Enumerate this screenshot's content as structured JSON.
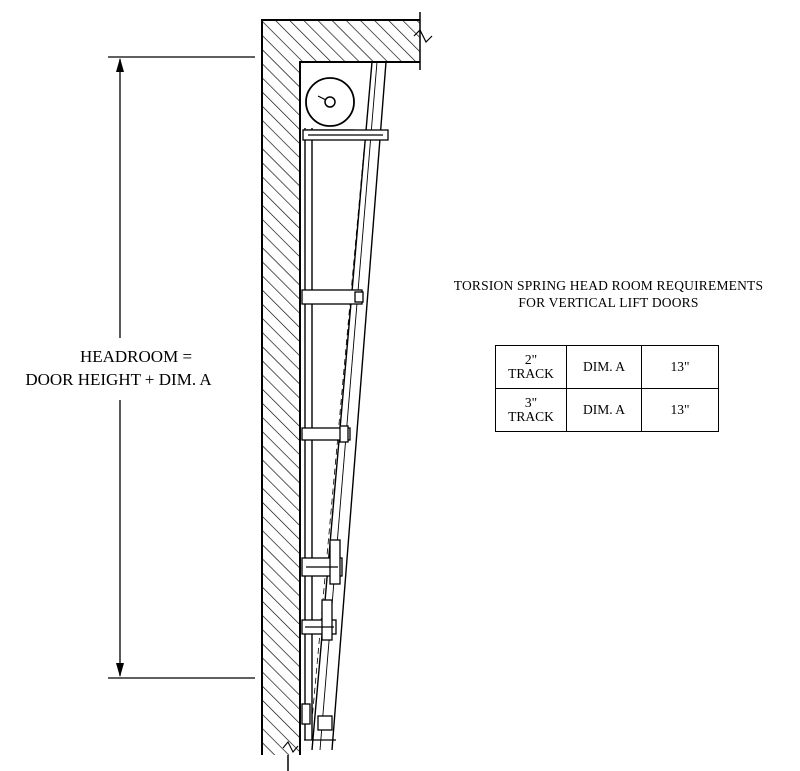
{
  "headroom": {
    "line1": "HEADROOM =",
    "line2": "DOOR HEIGHT + DIM. A"
  },
  "title": {
    "line1": "TORSION SPRING HEAD ROOM REQUIREMENTS",
    "line2": "FOR VERTICAL LIFT DOORS"
  },
  "table": {
    "rows": [
      {
        "track_size": "2\"",
        "track_word": "TRACK",
        "dim": "DIM. A",
        "value": "13\""
      },
      {
        "track_size": "3\"",
        "track_word": "TRACK",
        "dim": "DIM. A",
        "value": "13\""
      }
    ]
  }
}
